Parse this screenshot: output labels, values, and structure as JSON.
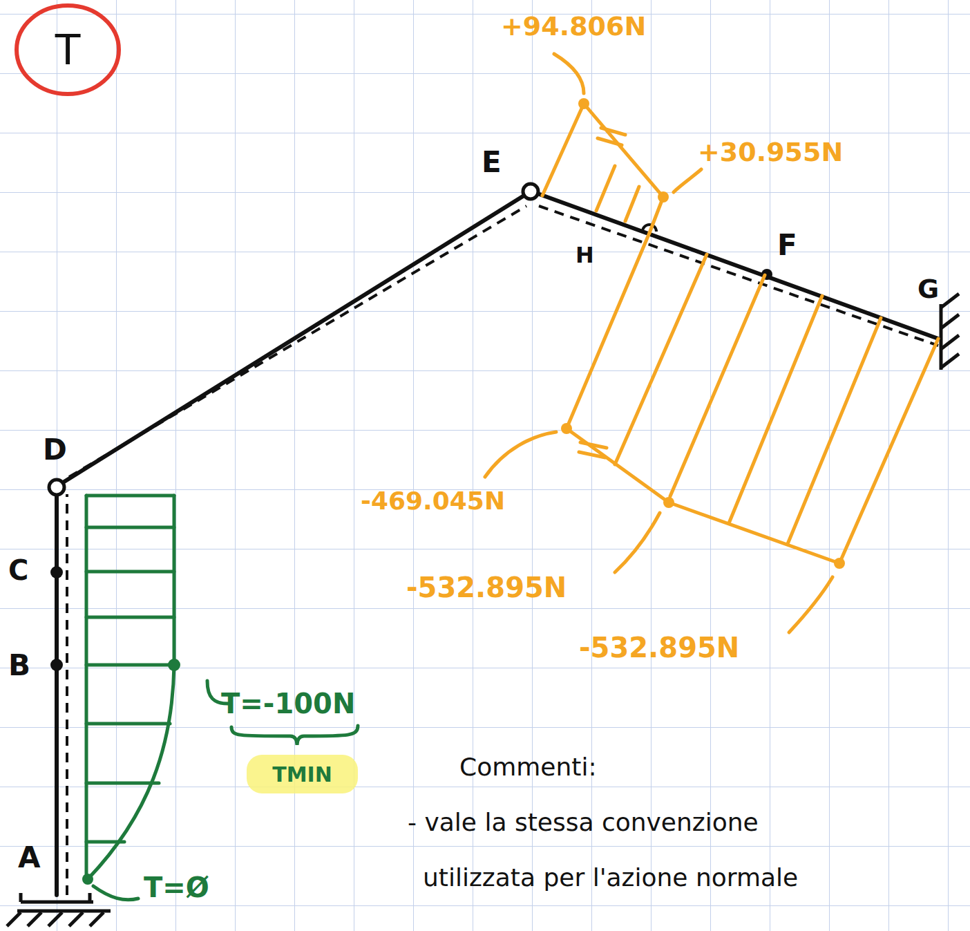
{
  "diagram": {
    "nodes": [
      {
        "text": [
          "T"
        ]
      },
      {
        "text": [
          "TMIN"
        ]
      }
    ],
    "labels": [
      "+94.806N",
      "+30.955N",
      "E",
      "H",
      "F",
      "G",
      "D",
      "C",
      "B",
      "A",
      "-469.045N",
      "-532.895N",
      "-532.895N",
      "T=-100N",
      "T=Ø",
      "Commenti:",
      "- vale la stessa convenzione",
      "utilizzata per l'azione normale"
    ]
  }
}
